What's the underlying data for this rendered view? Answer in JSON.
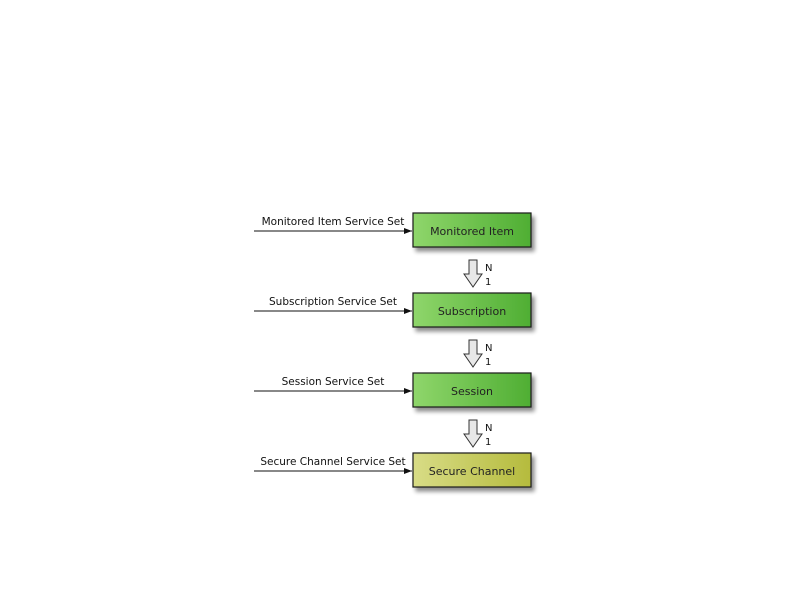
{
  "diagram": {
    "colors": {
      "service_box_start": "#8fd66b",
      "service_box_end": "#4fae33",
      "channel_box_start": "#d8dc86",
      "channel_box_end": "#b5bb3d",
      "box_border": "#1a1a1a",
      "arrow_fill": "#e8e8e8",
      "line": "#111111"
    },
    "layers": [
      {
        "service_set": "Monitored Item Service Set",
        "box_label": "Monitored Item",
        "variant": "service"
      },
      {
        "service_set": "Subscription Service Set",
        "box_label": "Subscription",
        "variant": "service"
      },
      {
        "service_set": "Session Service Set",
        "box_label": "Session",
        "variant": "service"
      },
      {
        "service_set": "Secure Channel Service Set",
        "box_label": "Secure Channel",
        "variant": "channel"
      }
    ],
    "multiplicity": {
      "top": "N",
      "bottom": "1"
    }
  }
}
